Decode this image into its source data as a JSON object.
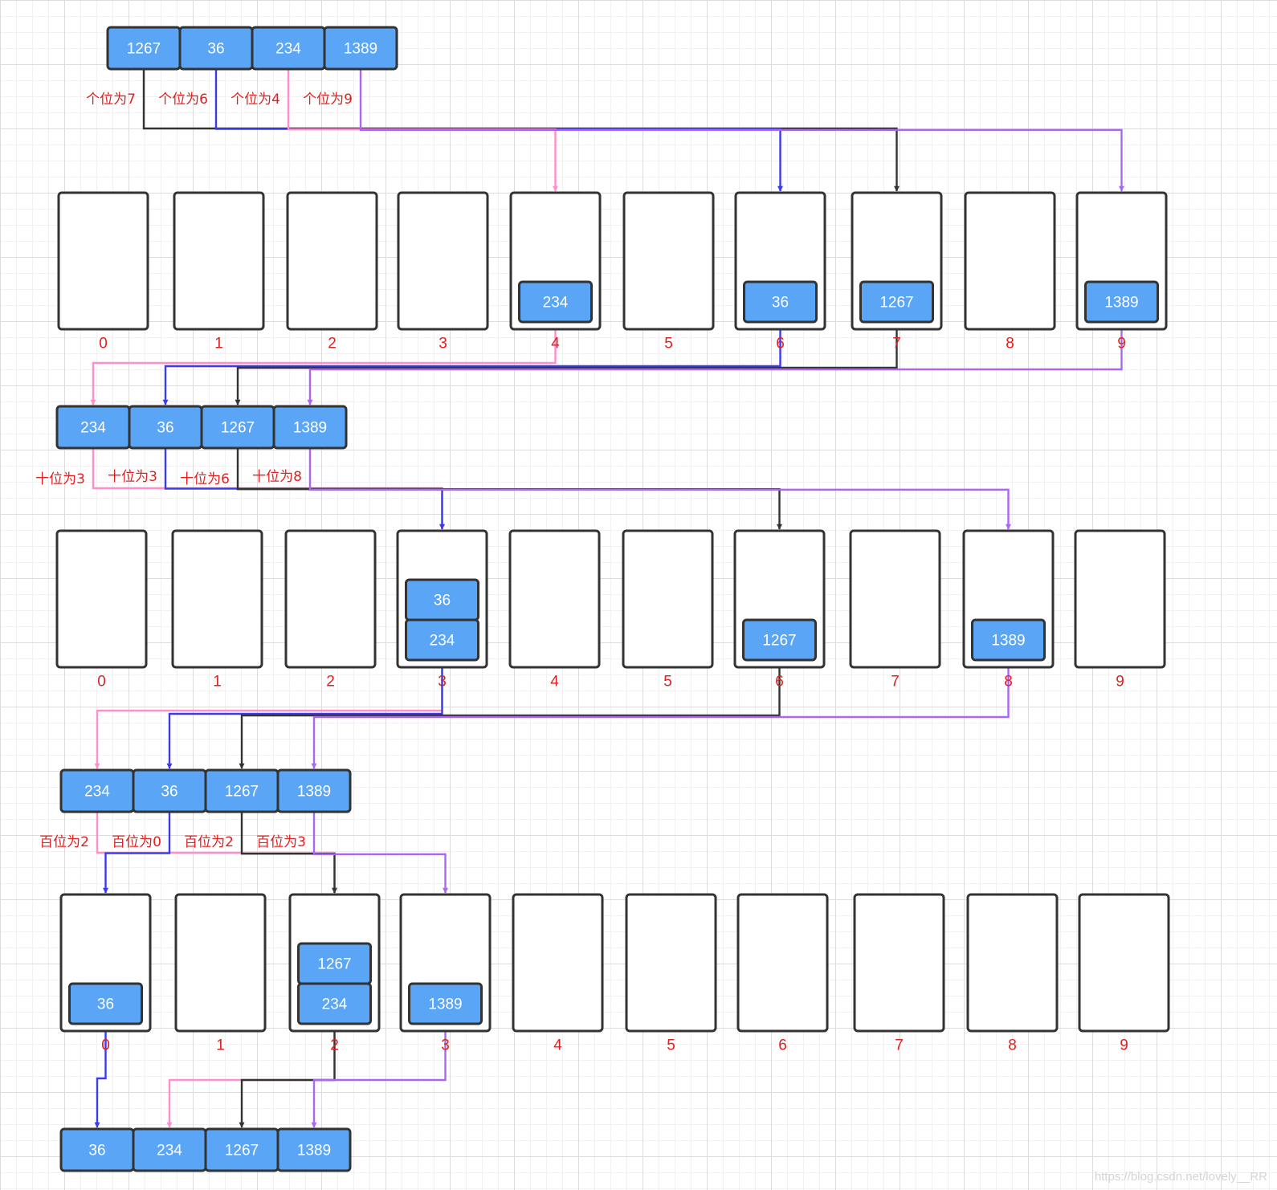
{
  "colors": {
    "item_fill": "#5aa5f5",
    "item_text": "#ffffff",
    "bucket_stroke": "#333333",
    "label_red": "#e02020",
    "line_dark": "#333333",
    "line_blue": "#3a3af0",
    "line_pink": "#ff8fcc",
    "line_purple": "#aa66f5"
  },
  "bucket_count": 10,
  "bucket_labels": [
    "0",
    "1",
    "2",
    "3",
    "4",
    "5",
    "6",
    "7",
    "8",
    "9"
  ],
  "initial_array": [
    "1267",
    "36",
    "234",
    "1389"
  ],
  "passes": [
    {
      "digit_labels": [
        "个位为7",
        "个位为6",
        "个位为4",
        "个位为9"
      ],
      "routes": [
        {
          "value": "1267",
          "bucket": 7,
          "color": "line_dark"
        },
        {
          "value": "36",
          "bucket": 6,
          "color": "line_blue"
        },
        {
          "value": "234",
          "bucket": 4,
          "color": "line_pink"
        },
        {
          "value": "1389",
          "bucket": 9,
          "color": "line_purple"
        }
      ],
      "bucket_contents": [
        [],
        [],
        [],
        [],
        [
          "234"
        ],
        [],
        [
          "36"
        ],
        [
          "1267"
        ],
        [],
        [
          "1389"
        ]
      ],
      "result_array": [
        "234",
        "36",
        "1267",
        "1389"
      ]
    },
    {
      "digit_labels": [
        "十位为3",
        "十位为3",
        "十位为6",
        "十位为8"
      ],
      "routes": [
        {
          "value": "234",
          "bucket": 3,
          "color": "line_pink"
        },
        {
          "value": "36",
          "bucket": 3,
          "color": "line_blue"
        },
        {
          "value": "1267",
          "bucket": 6,
          "color": "line_dark"
        },
        {
          "value": "1389",
          "bucket": 8,
          "color": "line_purple"
        }
      ],
      "bucket_contents": [
        [],
        [],
        [],
        [
          "234",
          "36"
        ],
        [],
        [],
        [
          "1267"
        ],
        [],
        [
          "1389"
        ],
        []
      ],
      "result_array": [
        "234",
        "36",
        "1267",
        "1389"
      ]
    },
    {
      "digit_labels": [
        "百位为2",
        "百位为0",
        "百位为2",
        "百位为3"
      ],
      "routes": [
        {
          "value": "234",
          "bucket": 2,
          "color": "line_pink"
        },
        {
          "value": "36",
          "bucket": 0,
          "color": "line_blue"
        },
        {
          "value": "1267",
          "bucket": 2,
          "color": "line_dark"
        },
        {
          "value": "1389",
          "bucket": 3,
          "color": "line_purple"
        }
      ],
      "bucket_contents": [
        [
          "36"
        ],
        [],
        [
          "234",
          "1267"
        ],
        [
          "1389"
        ],
        [],
        [],
        [],
        [],
        [],
        []
      ],
      "result_array": [
        "36",
        "234",
        "1267",
        "1389"
      ]
    }
  ],
  "watermark": "https://blog.csdn.net/lovely__RR"
}
